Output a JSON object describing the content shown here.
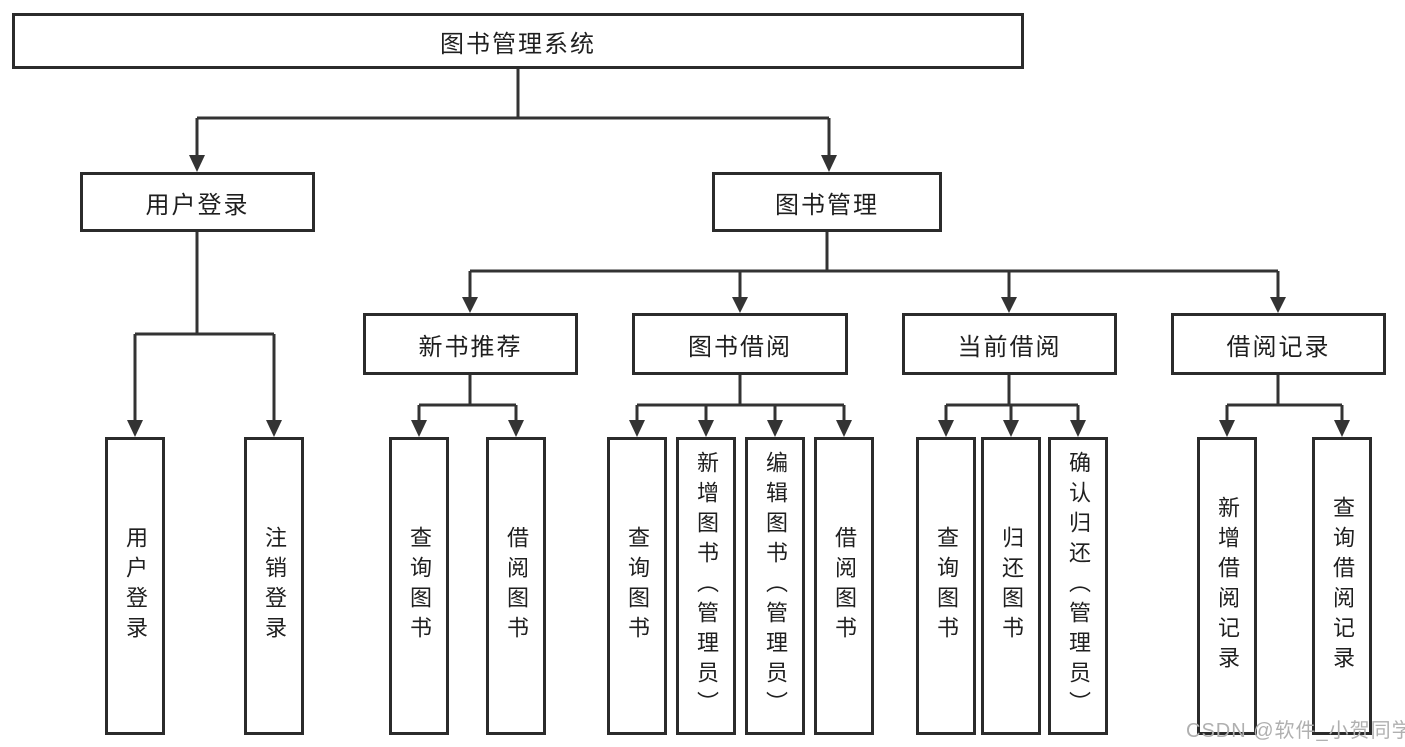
{
  "diagram": {
    "root": {
      "label": "图书管理系统"
    },
    "level2": [
      {
        "label": "用户登录"
      },
      {
        "label": "图书管理"
      }
    ],
    "level3": [
      {
        "label": "新书推荐"
      },
      {
        "label": "图书借阅"
      },
      {
        "label": "当前借阅"
      },
      {
        "label": "借阅记录"
      }
    ],
    "leaves": {
      "user_login": [
        {
          "label": "用户登录"
        },
        {
          "label": "注销登录"
        }
      ],
      "new_book": [
        {
          "label": "查询图书"
        },
        {
          "label": "借阅图书"
        }
      ],
      "book_borrow": [
        {
          "label": "查询图书"
        },
        {
          "label": "新增图书（管理员）"
        },
        {
          "label": "编辑图书（管理员）"
        },
        {
          "label": "借阅图书"
        }
      ],
      "current_borrow": [
        {
          "label": "查询图书"
        },
        {
          "label": "归还图书"
        },
        {
          "label": "确认归还（管理员）"
        }
      ],
      "borrow_record": [
        {
          "label": "新增借阅记录"
        },
        {
          "label": "查询借阅记录"
        }
      ]
    }
  },
  "watermark": {
    "text": "CSDN @软件_小贺同学"
  },
  "colors": {
    "line": "#333333",
    "box_border": "#2b2b2b",
    "box_fill": "#ffffff",
    "text": "#1f1f1f",
    "watermark": "#b0b0b0"
  }
}
